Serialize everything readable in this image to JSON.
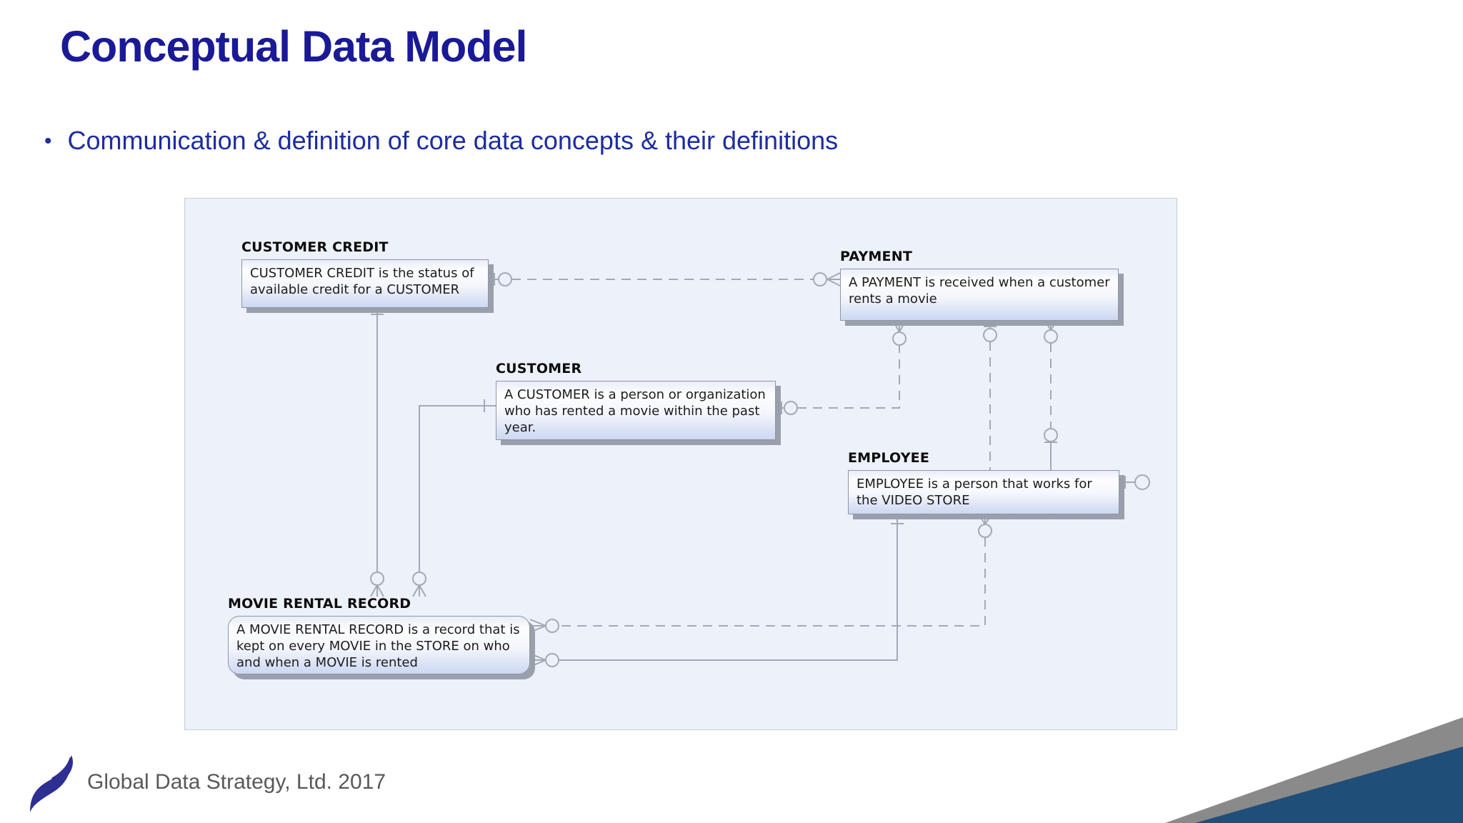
{
  "slide": {
    "title": "Conceptual Data Model",
    "bullet_marker": "•",
    "bullet": "Communication & definition of core data concepts & their definitions"
  },
  "footer": {
    "text": "Global Data Strategy, Ltd. 2017"
  },
  "colors": {
    "title_blue": "#1a1a97",
    "bullet_blue": "#1d2d9d",
    "panel_background": "#edf1f9",
    "connector_gray": "#a4aab4",
    "corner_gray": "#8a8a8a",
    "corner_blue": "#1f4e79",
    "logo_blue": "#2d2f92"
  },
  "diagram": {
    "entities": [
      {
        "id": "customer-credit",
        "name": "CUSTOMER CREDIT",
        "description": "CUSTOMER CREDIT is the status of available credit for a CUSTOMER"
      },
      {
        "id": "payment",
        "name": "PAYMENT",
        "description": "A PAYMENT is received when a customer rents a movie"
      },
      {
        "id": "customer",
        "name": "CUSTOMER",
        "description": "A CUSTOMER is a person or organization who has rented a movie within the past year."
      },
      {
        "id": "employee",
        "name": "EMPLOYEE",
        "description": "EMPLOYEE is a person that works for the VIDEO STORE"
      },
      {
        "id": "movie-rental-record",
        "name": "MOVIE RENTAL RECORD",
        "description": "A MOVIE RENTAL RECORD is a record that is kept on every MOVIE in the STORE  on who and when a MOVIE is rented"
      }
    ],
    "relationships": [
      {
        "id": "cc-payment",
        "from": "CUSTOMER CREDIT",
        "to": "PAYMENT",
        "line": "dashed",
        "from_symbol": "one-optional (bar-circle)",
        "to_symbol": "many-optional (circle-crowfoot)"
      },
      {
        "id": "cc-mrr",
        "from": "CUSTOMER CREDIT",
        "to": "MOVIE RENTAL RECORD",
        "line": "solid",
        "from_symbol": "one (bar)",
        "to_symbol": "many-optional (circle-crowfoot)"
      },
      {
        "id": "customer-mrr",
        "from": "CUSTOMER",
        "to": "MOVIE RENTAL RECORD",
        "line": "solid",
        "from_symbol": "one (bar)",
        "to_symbol": "many-optional (circle-crowfoot)"
      },
      {
        "id": "customer-payment",
        "from": "CUSTOMER",
        "to": "PAYMENT",
        "line": "dashed",
        "from_symbol": "one-optional (bar-circle)",
        "to_symbol": "many-optional (circle-crowfoot)"
      },
      {
        "id": "payment-employee-a",
        "from": "PAYMENT",
        "to": "EMPLOYEE",
        "line": "dashed",
        "from_symbol": "one-optional (bar-circle)",
        "to_symbol": "none"
      },
      {
        "id": "payment-employee-b",
        "from": "PAYMENT",
        "to": "EMPLOYEE",
        "line": "dashed",
        "from_symbol": "many-optional (circle-crowfoot)",
        "to_symbol": "one-optional (circle-bar)"
      },
      {
        "id": "employee-mrr-a",
        "from": "EMPLOYEE",
        "to": "MOVIE RENTAL RECORD",
        "line": "dashed",
        "from_symbol": "many-optional (circle-crowfoot)",
        "to_symbol": "many-optional (circle-crowfoot)"
      },
      {
        "id": "employee-mrr-b",
        "from": "EMPLOYEE",
        "to": "MOVIE RENTAL RECORD",
        "line": "solid",
        "from_symbol": "one (bar)",
        "to_symbol": "many-optional (circle-crowfoot)"
      },
      {
        "id": "employee-stub",
        "from": "EMPLOYEE",
        "to": "(open stub)",
        "line": "solid",
        "from_symbol": "one-optional (bar-circle)",
        "to_symbol": "none"
      }
    ]
  }
}
